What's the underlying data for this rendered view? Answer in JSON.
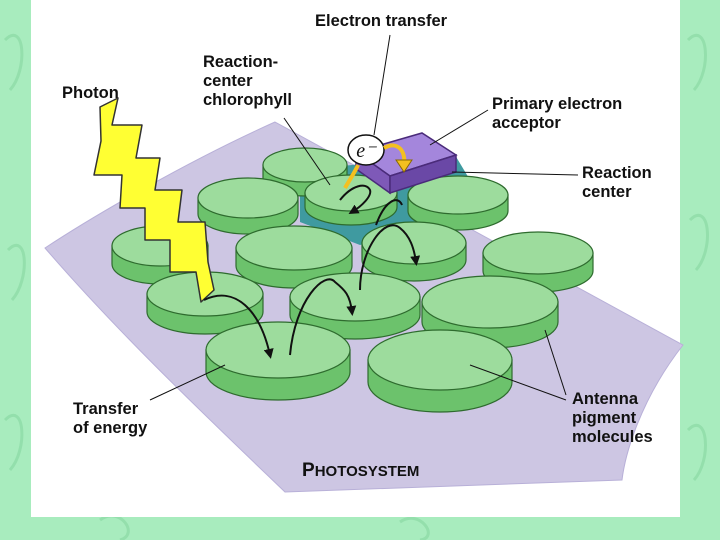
{
  "labels": {
    "electron_transfer": "Electron transfer",
    "photon": "Photon",
    "reaction_center_chlorophyll": "Reaction-\ncenter\nchlorophyll",
    "primary_electron_acceptor": "Primary electron\nacceptor",
    "reaction_center": "Reaction\ncenter",
    "transfer_of_energy": "Transfer\nof energy",
    "antenna_pigment_molecules": "Antenna\npigment\nmolecules",
    "electron_symbol": "e⁻"
  },
  "caption": {
    "first_letter": "P",
    "rest": "HOTOSYSTEM"
  },
  "colors": {
    "background": "#a8ecbe",
    "membrane": "#cdc6e3",
    "disk_top": "#9ddc9d",
    "disk_side": "#6cc26c",
    "reaction_center_patch": "#3f9aa0",
    "acceptor": "#8f6ac8",
    "photon": "#ffff33",
    "electron_arrow": "#f4c020"
  }
}
